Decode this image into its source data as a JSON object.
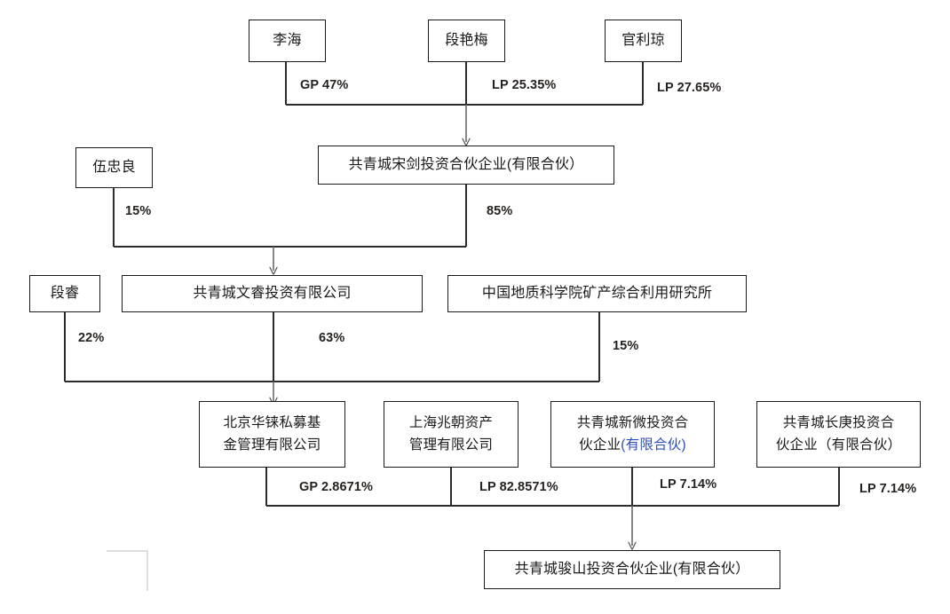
{
  "diagram": {
    "title": "共青城骏山投资合伙企业股权结构图",
    "type": "ownership-structure-tree",
    "line_color": "#1a1a1a",
    "label_color": "#262220",
    "accent_color": "#2a4fb8",
    "background_color": "#ffffff"
  },
  "nodes": {
    "li_hai": {
      "label": "李海"
    },
    "duan_yanmei": {
      "label": "段艳梅"
    },
    "guan_liqiong": {
      "label": "官利琼"
    },
    "wu_zhongliang": {
      "label": "伍忠良"
    },
    "gqc_songjian": {
      "label": "共青城宋剑投资合伙企业(有限合伙）"
    },
    "duan_rui": {
      "label": "段睿"
    },
    "gqc_wenrui": {
      "label": "共青城文睿投资有限公司"
    },
    "cags_institute": {
      "label": "中国地质科学院矿产综合利用研究所"
    },
    "bj_hualai": {
      "label": "北京华铼私募基\n金管理有限公司"
    },
    "sh_zhaochao": {
      "label": "上海兆朝资产\n管理有限公司"
    },
    "gqc_xinwei_line1": {
      "label": "共青城新微投资合"
    },
    "gqc_xinwei_line2_pre": {
      "label": "伙企业"
    },
    "gqc_xinwei_line2_paren": {
      "label": "(有限合伙)"
    },
    "gqc_changgeng": {
      "label": "共青城长庚投资合\n伙企业（有限合伙）"
    },
    "gqc_junshan": {
      "label": "共青城骏山投资合伙企业(有限合伙）"
    }
  },
  "edge_labels": {
    "gp47": {
      "label": "GP 47%"
    },
    "lp2535": {
      "label": "LP 25.35%"
    },
    "lp2765": {
      "label": "LP 27.65%"
    },
    "pct15_wu": {
      "label": "15%"
    },
    "pct85_songjian": {
      "label": "85%"
    },
    "pct22_duanrui": {
      "label": "22%"
    },
    "pct63_wenrui": {
      "label": "63%"
    },
    "pct15_cags": {
      "label": "15%"
    },
    "gp28671": {
      "label": "GP 2.8671%"
    },
    "lp828571": {
      "label": "LP 82.8571%"
    },
    "lp714_xinwei": {
      "label": "LP 7.14%"
    },
    "lp714_changgeng": {
      "label": "LP 7.14%"
    }
  },
  "chart_data": {
    "type": "diagram",
    "relationships": [
      {
        "from": "李海",
        "to": "共青城宋剑投资合伙企业(有限合伙）",
        "role": "GP",
        "percent": 47
      },
      {
        "from": "段艳梅",
        "to": "共青城宋剑投资合伙企业(有限合伙）",
        "role": "LP",
        "percent": 25.35
      },
      {
        "from": "官利琼",
        "to": "共青城宋剑投资合伙企业(有限合伙）",
        "role": "LP",
        "percent": 27.65
      },
      {
        "from": "伍忠良",
        "to": "共青城文睿投资有限公司",
        "role": "",
        "percent": 15
      },
      {
        "from": "共青城宋剑投资合伙企业(有限合伙）",
        "to": "共青城文睿投资有限公司",
        "role": "",
        "percent": 85
      },
      {
        "from": "段睿",
        "to": "北京华铼私募基金管理有限公司",
        "role": "",
        "percent": 22
      },
      {
        "from": "共青城文睿投资有限公司",
        "to": "北京华铼私募基金管理有限公司",
        "role": "",
        "percent": 63
      },
      {
        "from": "中国地质科学院矿产综合利用研究所",
        "to": "北京华铼私募基金管理有限公司",
        "role": "",
        "percent": 15
      },
      {
        "from": "北京华铼私募基金管理有限公司",
        "to": "共青城骏山投资合伙企业(有限合伙）",
        "role": "GP",
        "percent": 2.8671
      },
      {
        "from": "上海兆朝资产管理有限公司",
        "to": "共青城骏山投资合伙企业(有限合伙）",
        "role": "LP",
        "percent": 82.8571
      },
      {
        "from": "共青城新微投资合伙企业(有限合伙)",
        "to": "共青城骏山投资合伙企业(有限合伙）",
        "role": "LP",
        "percent": 7.14
      },
      {
        "from": "共青城长庚投资合伙企业（有限合伙）",
        "to": "共青城骏山投资合伙企业(有限合伙）",
        "role": "LP",
        "percent": 7.14
      }
    ]
  }
}
